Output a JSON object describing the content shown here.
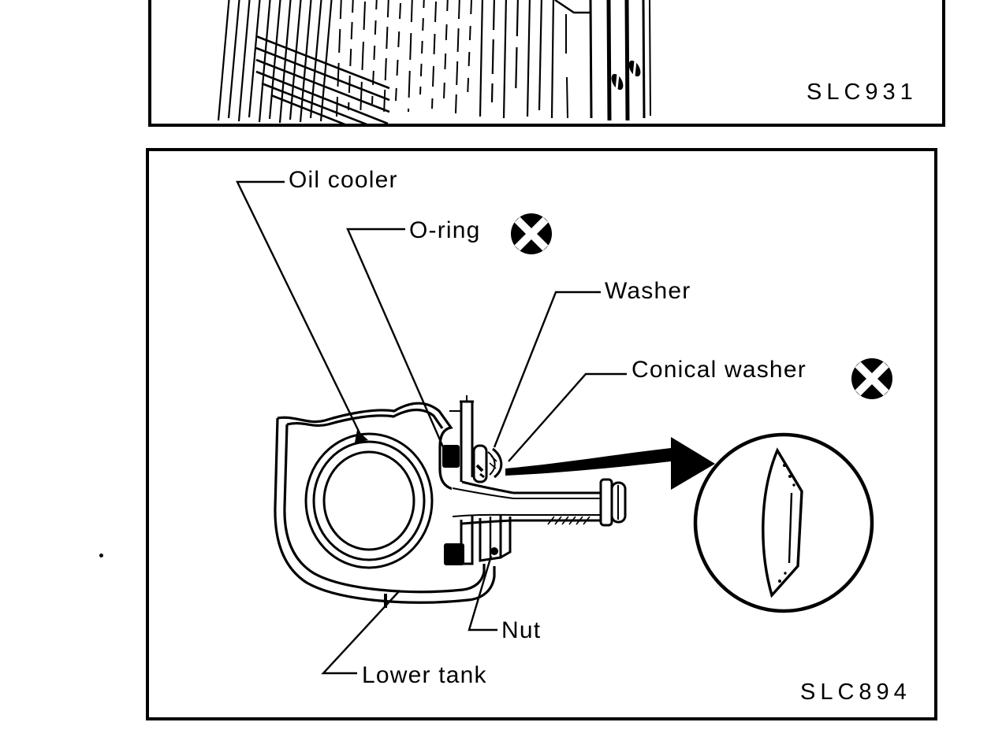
{
  "colors": {
    "ink": "#000000",
    "paper": "#ffffff"
  },
  "top_panel": {
    "figure_code": "SLC931"
  },
  "bottom_panel": {
    "figure_code": "SLC894",
    "labels": {
      "oil_cooler": "Oil cooler",
      "o_ring": "O-ring",
      "washer": "Washer",
      "conical_washer": "Conical washer",
      "nut": "Nut",
      "lower_tank": "Lower tank"
    },
    "replace_symbol_labels": [
      "O-ring",
      "Conical washer"
    ]
  }
}
